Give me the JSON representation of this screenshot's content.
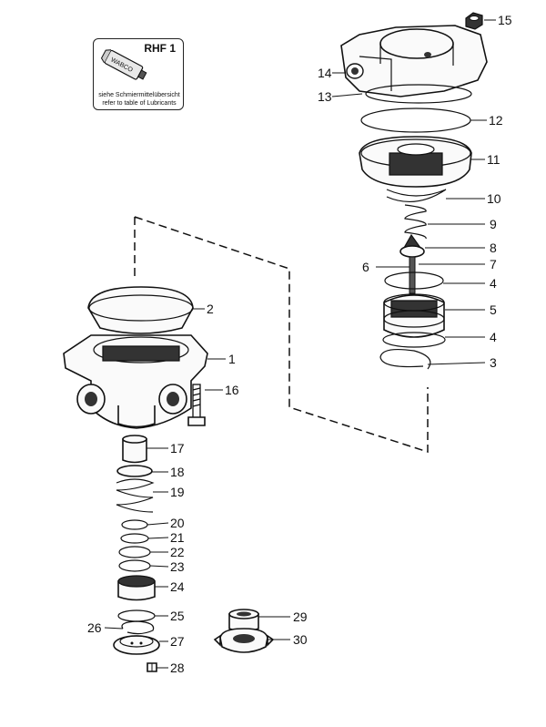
{
  "lubricant_box": {
    "code": "RHF 1",
    "tube_brand": "WABCO",
    "note_de": "siehe Schmiermittelübersicht",
    "note_en": "refer to table of Lubricants"
  },
  "part_labels": {
    "p1": "1",
    "p2": "2",
    "p3": "3",
    "p4a": "4",
    "p4b": "4",
    "p5": "5",
    "p6": "6",
    "p7": "7",
    "p8": "8",
    "p9": "9",
    "p10": "10",
    "p11": "11",
    "p12": "12",
    "p13": "13",
    "p14": "14",
    "p15": "15",
    "p16": "16",
    "p17": "17",
    "p18": "18",
    "p19": "19",
    "p20": "20",
    "p21": "21",
    "p22": "22",
    "p23": "23",
    "p24": "24",
    "p25": "25",
    "p26": "26",
    "p27": "27",
    "p28": "28",
    "p29": "29",
    "p30": "30"
  }
}
